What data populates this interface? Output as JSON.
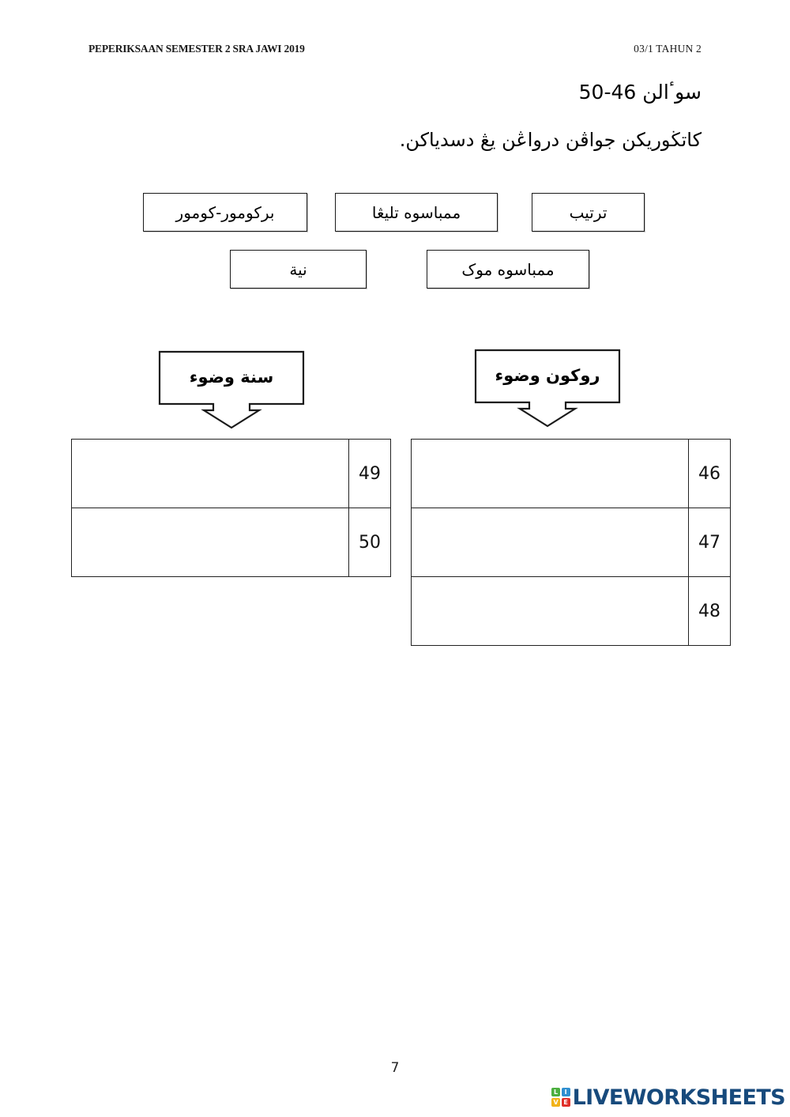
{
  "header": {
    "left": "PEPERIKSAAN SEMESTER 2 SRA JAWI 2019",
    "right": "03/1 TAHUN 2"
  },
  "question_range": "سوٴالن 46-50",
  "instruction": "كاتڬوريكن جواڤن درواڠن يڠ دسدياكن.",
  "word_bank": {
    "row1": [
      {
        "text": "بركومور-كومور"
      },
      {
        "text": "ممباسوه تليڠا"
      },
      {
        "text": "ترتيب"
      }
    ],
    "row2": [
      {
        "text": "نية"
      },
      {
        "text": "ممباسوه موک"
      }
    ]
  },
  "categories": [
    {
      "id": "sunat-wuduk",
      "label": "سنة  وضوء"
    },
    {
      "id": "rukun-wuduk",
      "label": "روكون وضوء"
    }
  ],
  "tables": {
    "left": {
      "column_header": "",
      "rows": [
        {
          "answer": "",
          "number": "49"
        },
        {
          "answer": "",
          "number": "50"
        }
      ]
    },
    "right": {
      "column_header": "",
      "rows": [
        {
          "answer": "",
          "number": "46"
        },
        {
          "answer": "",
          "number": "47"
        },
        {
          "answer": "",
          "number": "48"
        }
      ]
    }
  },
  "footer": {
    "page_number": "7",
    "logo": {
      "tiles": [
        {
          "letter": "L",
          "color": "#4caf3f"
        },
        {
          "letter": "I",
          "color": "#2f8fd0"
        },
        {
          "letter": "V",
          "color": "#f2b31a"
        },
        {
          "letter": "E",
          "color": "#e0302a"
        }
      ],
      "wordmark": "LIVEWORKSHEETS",
      "wordmark_color": "#174a7c"
    }
  }
}
